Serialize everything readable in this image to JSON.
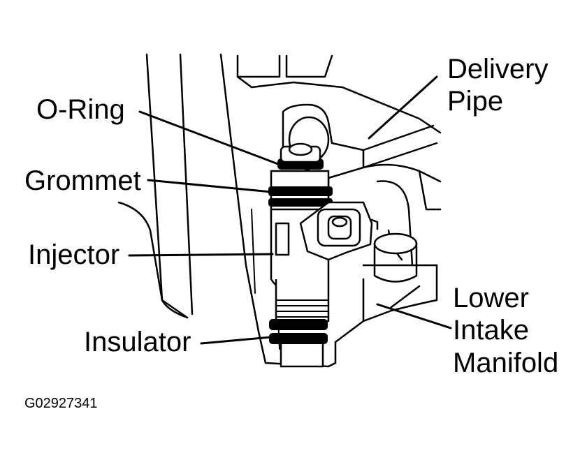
{
  "labels": {
    "o_ring": "O-Ring",
    "grommet": "Grommet",
    "injector": "Injector",
    "insulator": "Insulator",
    "delivery_pipe_1": "Delivery",
    "delivery_pipe_2": "Pipe",
    "lower_intake_1": "Lower",
    "lower_intake_2": "Intake",
    "lower_intake_3": "Manifold"
  },
  "figure_code": "G02927341",
  "colors": {
    "ink": "#000000",
    "paper": "#ffffff"
  }
}
